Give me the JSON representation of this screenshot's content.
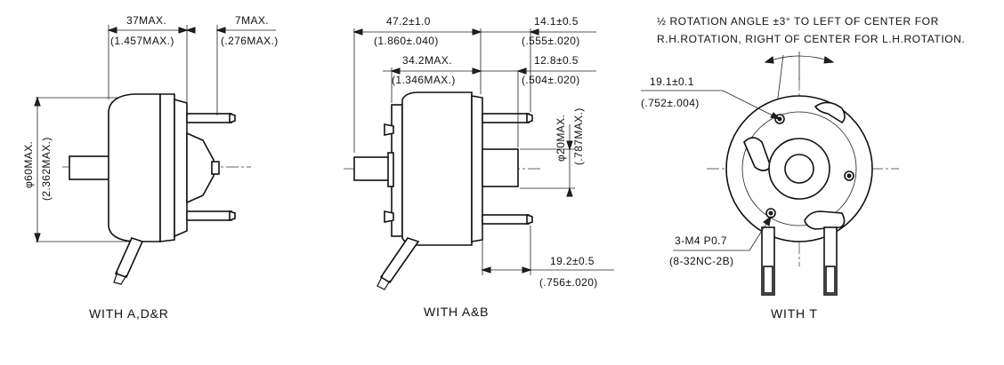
{
  "views": {
    "left": {
      "caption": "WITH A,D&R",
      "dim_length": "37MAX.",
      "dim_length_inch": "(1.457MAX.)",
      "dim_terminal": "7MAX.",
      "dim_terminal_inch": "(.276MAX.)",
      "dim_diameter": "φ60MAX.",
      "dim_diameter_inch": "(2.362MAX.)"
    },
    "middle": {
      "caption": "WITH A&B",
      "dim_overall": "47.2±1.0",
      "dim_overall_inch": "(1.860±.040)",
      "dim_body": "34.2MAX.",
      "dim_body_inch": "(1.346MAX.)",
      "dim_pin": "14.1±0.5",
      "dim_pin_inch": "(.555±.020)",
      "dim_pin2": "12.8±0.5",
      "dim_pin2_inch": "(.504±.020)",
      "dim_hub": "φ20MAX.",
      "dim_hub_inch": "(.787MAX.)",
      "dim_term": "19.2±0.5",
      "dim_term_inch": "(.756±.020)"
    },
    "right": {
      "caption": "WITH T",
      "note_line1": "½ ROTATION ANGLE ±3° TO LEFT OF CENTER FOR",
      "note_line2": "R.H.ROTATION, RIGHT OF CENTER FOR L.H.ROTATION.",
      "dim_pcd": "19.1±0.1",
      "dim_pcd_inch": "(.752±.004)",
      "thread": "3-M4 P0.7",
      "thread_inch": "(8-32NC-2B)"
    }
  }
}
